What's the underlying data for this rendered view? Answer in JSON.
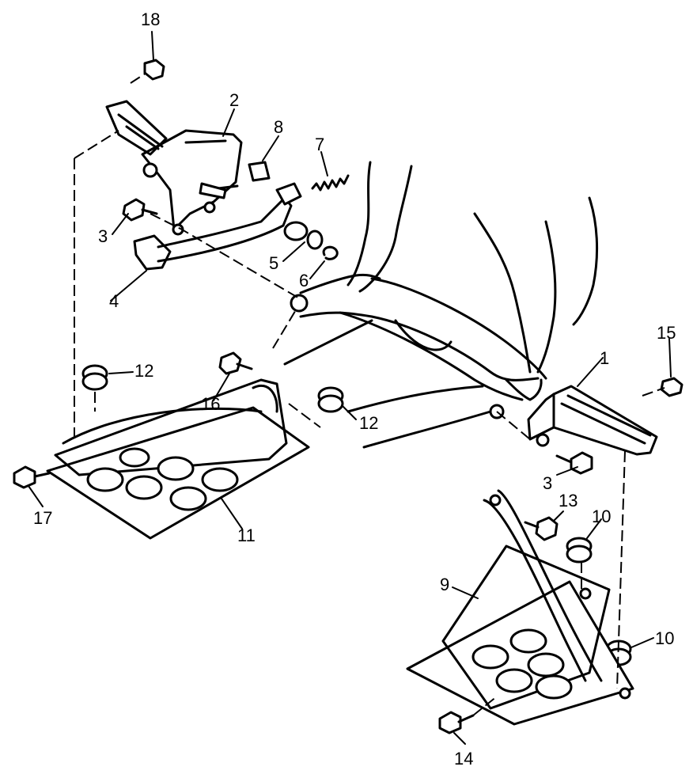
{
  "callouts": [
    "18",
    "2",
    "8",
    "7",
    "3",
    "4",
    "5",
    "6",
    "12",
    "16",
    "17",
    "11",
    "1",
    "15",
    "12",
    "3",
    "13",
    "10",
    "9",
    "10",
    "14"
  ]
}
